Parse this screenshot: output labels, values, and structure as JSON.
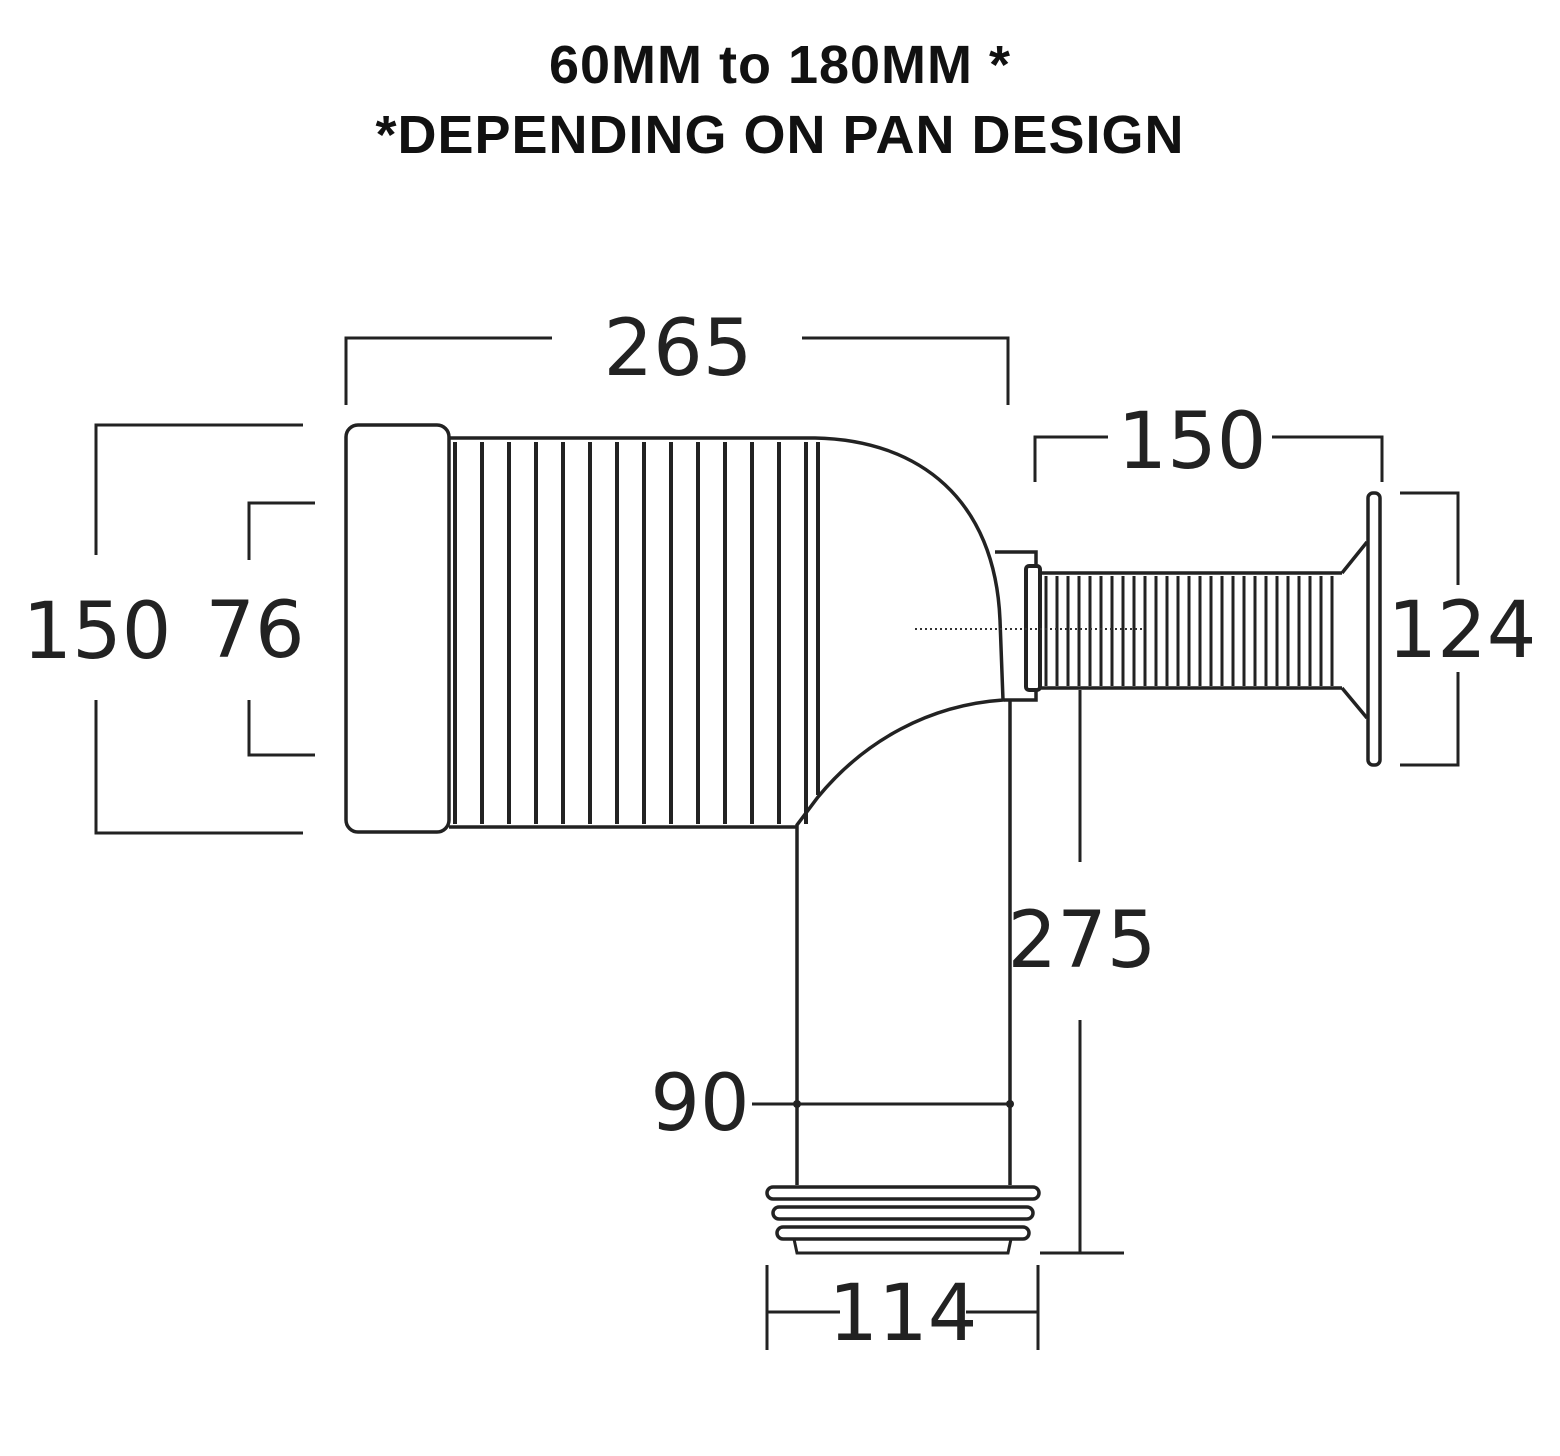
{
  "titles": {
    "line1": "60MM to 180MM *",
    "line2": "*DEPENDING ON PAN DESIGN"
  },
  "dimensions": {
    "top_width": "265",
    "outlet_length": "150",
    "left_outer_height": "150",
    "left_inner_height": "76",
    "flange_height": "124",
    "vertical_drop": "275",
    "pipe_diameter": "90",
    "base_width": "114"
  },
  "colors": {
    "line": "#222222",
    "background": "#ffffff"
  }
}
